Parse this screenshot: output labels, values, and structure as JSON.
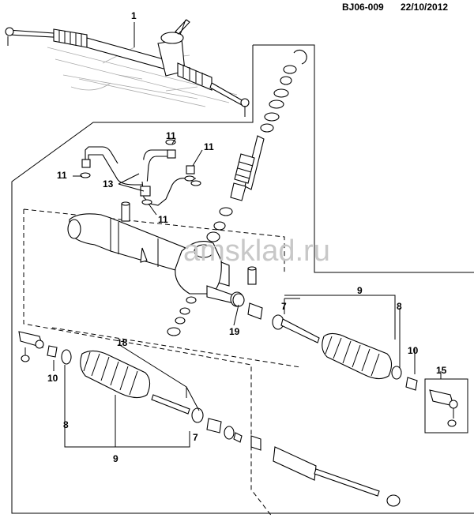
{
  "header": {
    "code": "BJ06-009",
    "date": "22/10/2012"
  },
  "watermark": "amsklad.ru",
  "callouts": {
    "c1": "1",
    "c11a": "11",
    "c11b": "11",
    "c11c": "11",
    "c11d": "11",
    "c13": "13",
    "c7a": "7",
    "c9a": "9",
    "c8a": "8",
    "c19": "19",
    "c10a": "10",
    "c18": "18",
    "c10b": "10",
    "c15": "15",
    "c8b": "8",
    "c7b": "7",
    "c9b": "9"
  }
}
